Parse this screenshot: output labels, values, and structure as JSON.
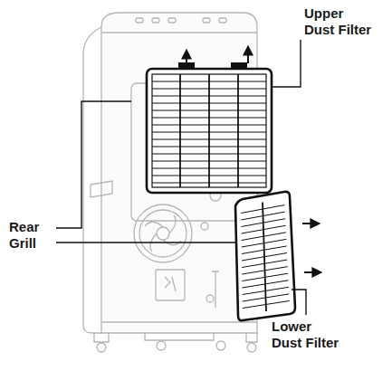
{
  "diagram": {
    "labels": [
      "Upper Dust Filter",
      "Rear Grill",
      "Lower Dust Filter"
    ]
  }
}
